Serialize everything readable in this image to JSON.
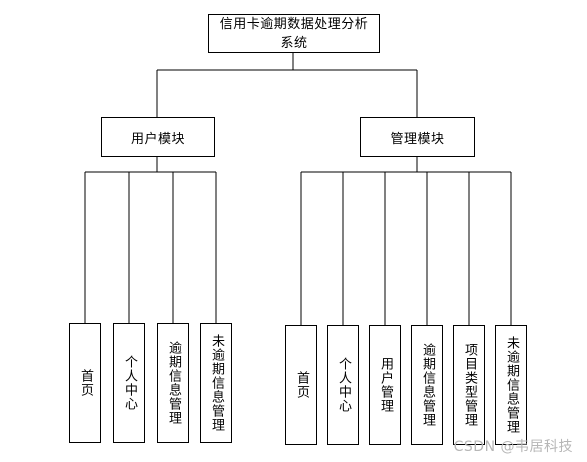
{
  "root": {
    "label": "信用卡逾期数据处理分析系统"
  },
  "modules": [
    {
      "label": "用户模块",
      "children": [
        "首页",
        "个人中心",
        "逾期信息管理",
        "未逾期信息管理"
      ]
    },
    {
      "label": "管理模块",
      "children": [
        "首页",
        "个人中心",
        "用户管理",
        "逾期信息管理",
        "项目类型管理",
        "未逾期信息管理"
      ]
    }
  ],
  "watermark": "CSDN @韦居科技",
  "colors": {
    "line": "#000000",
    "box_fill": "#ffffff",
    "watermark": "#b7b7b7"
  }
}
